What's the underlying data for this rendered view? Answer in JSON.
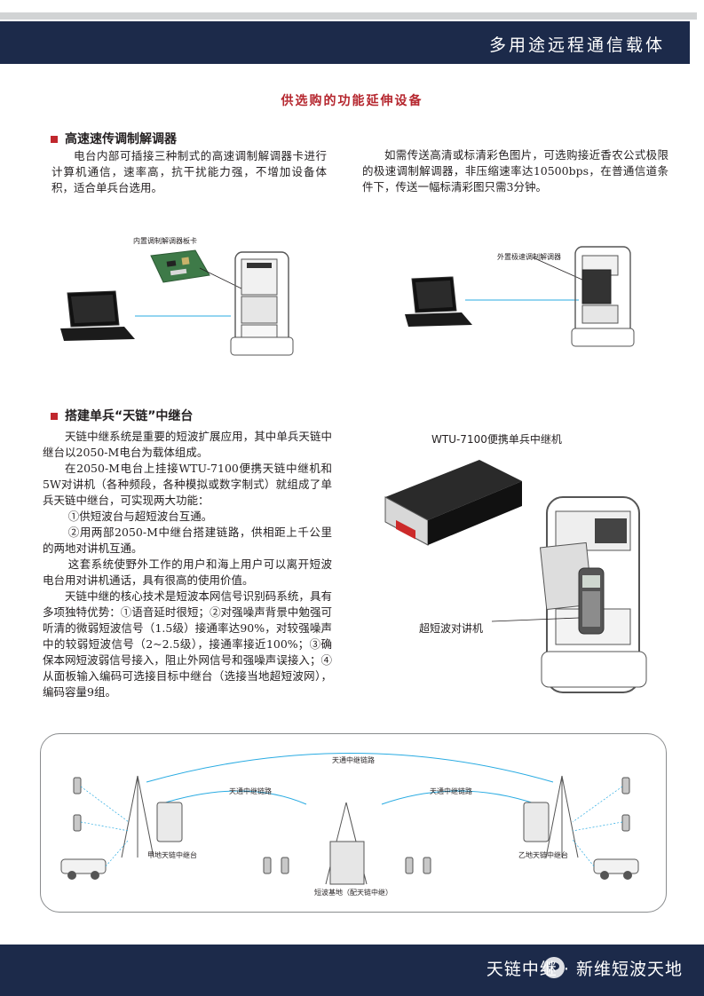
{
  "header": {
    "title": "多用途远程通信载体"
  },
  "section": {
    "heading": "供选购的功能延伸设备"
  },
  "modem": {
    "heading": "高速速传调制解调器",
    "left_text": "电台内部可插接三种制式的高速调制解调器卡进行计算机通信，速率高，抗干扰能力强，不增加设备体积，适合单兵台选用。",
    "right_text": "如需传送高清或标清彩色图片，可选购接近香农公式极限的极速调制解调器，非压缩速率达10500bps，在普通信道条件下，传送一幅标清彩图只需3分钟。",
    "internal_card_label": "内置调制解调器板卡",
    "external_modem_label": "外置极速调制解调器"
  },
  "relay": {
    "heading": "搭建单兵“天链”中继台",
    "paragraphs": [
      "天链中继系统是重要的短波扩展应用，其中单兵天链中继台以2050-M电台为载体组成。",
      "在2050-M电台上挂接WTU-7100便携天链中继机和5W对讲机（各种频段，各种模拟或数字制式）就组成了单兵天链中继台，可实现两大功能：",
      "①供短波台与超短波台互通。",
      "②用两部2050-M中继台搭建链路，供相距上千公里的两地对讲机互通。",
      "这套系统使野外工作的用户和海上用户可以离开短波电台用对讲机通话，具有很高的使用价值。",
      "天链中继的核心技术是短波本网信号识别码系统，具有多项独特优势：①语音延时很短；②对强噪声背景中勉强可听清的微弱短波信号（1.5级）接通率达90%，对较强噪声中的较弱短波信号（2~2.5级），接通率接近100%；③确保本网短波弱信号接入，阻止外网信号和强噪声误接入；④从面板输入编码可选接目标中继台（选接当地超短波网），编码容量9组。"
    ],
    "device_label": "WTU-7100便携单兵中继机",
    "walkie_label": "超短波对讲机"
  },
  "diagram": {
    "top_link": "天通中继链路",
    "left_link": "天通中继链路",
    "right_link": "天通中继链路",
    "left_station": "甲地天链中继台",
    "right_station": "乙地天链中继台",
    "center_station": "短波基地（配天链中继）"
  },
  "footer": {
    "text": "天链中继 · 新维短波天地"
  }
}
